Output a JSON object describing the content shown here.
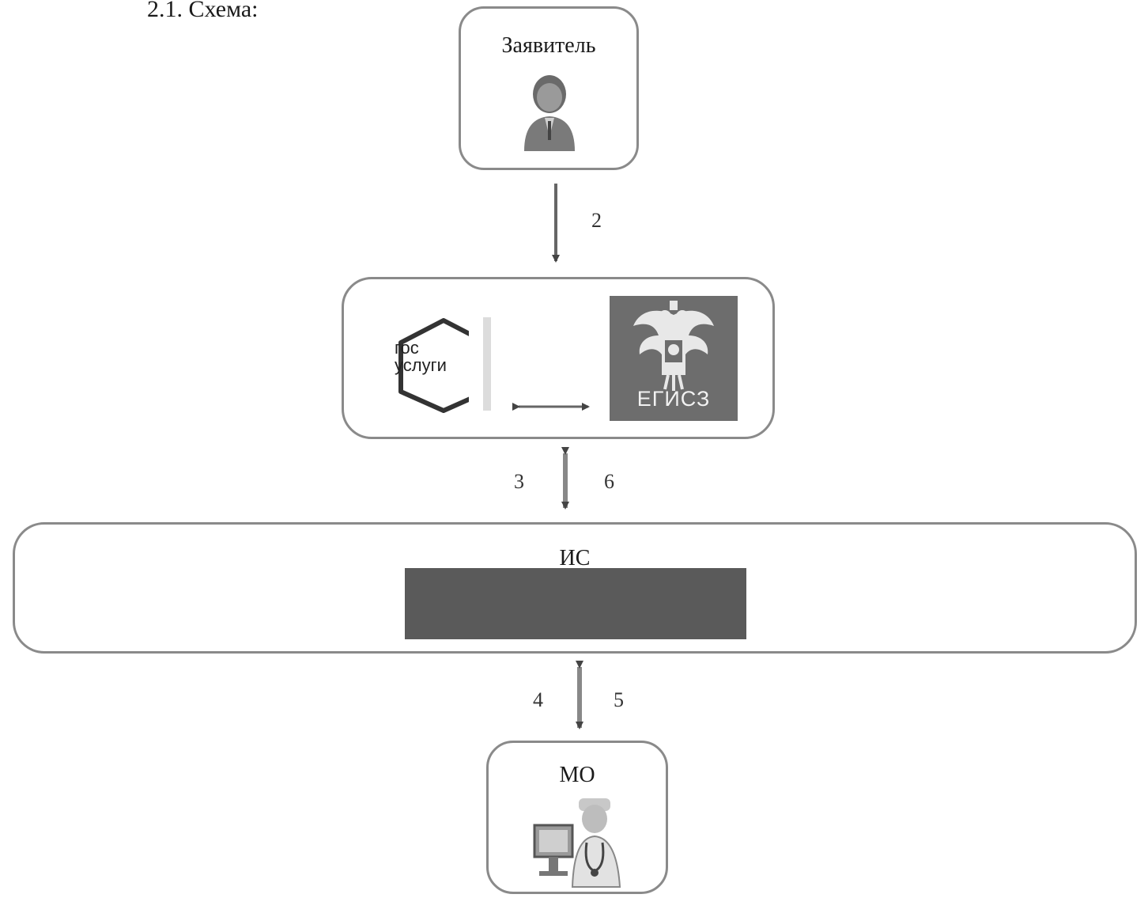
{
  "heading": "2.1. Схема:",
  "nodes": {
    "applicant": {
      "title": "Заявитель",
      "icon": "user-icon"
    },
    "portal": {
      "gosuslugi": {
        "text": "гос\nуслуги",
        "icon": "gosuslugi-logo"
      },
      "egisz": {
        "text": "ЕГИСЗ",
        "icon": "eagle-emblem-icon"
      }
    },
    "is": {
      "title": "ИС"
    },
    "mo": {
      "title": "МО",
      "icon": "doctor-icon"
    }
  },
  "edges": [
    {
      "from": "applicant",
      "to": "portal",
      "label": "2",
      "direction": "down"
    },
    {
      "from": "gosuslugi",
      "to": "egisz",
      "label": "",
      "direction": "both"
    },
    {
      "from": "portal",
      "to": "is",
      "labels": [
        "3",
        "6"
      ],
      "direction": "both"
    },
    {
      "from": "is",
      "to": "mo",
      "labels": [
        "4",
        "5"
      ],
      "direction": "both"
    }
  ],
  "labels": {
    "edge_2": "2",
    "edge_3": "3",
    "edge_6": "6",
    "edge_4": "4",
    "edge_5": "5"
  }
}
